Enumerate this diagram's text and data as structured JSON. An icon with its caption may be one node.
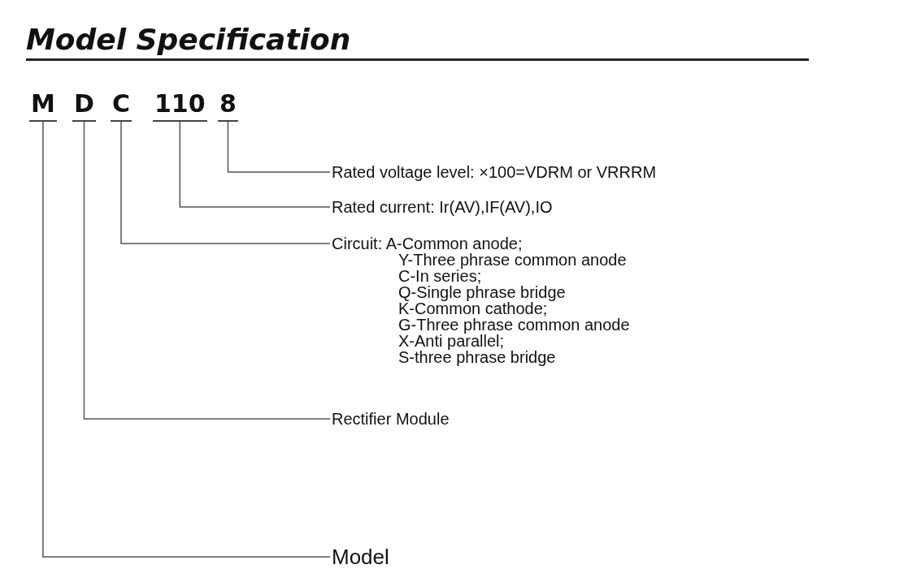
{
  "diagram": {
    "title": "Model Specification",
    "nodes": [
      {
        "text": [
          "M"
        ]
      },
      {
        "text": [
          "D"
        ]
      },
      {
        "text": [
          "C"
        ]
      },
      {
        "text": [
          "110"
        ]
      },
      {
        "text": [
          "8"
        ]
      },
      {
        "text": [
          "Rated voltage level: ×100=VDRM or VRRRM"
        ]
      },
      {
        "text": [
          "Rated current: Ir(AV),IF(AV),IO"
        ]
      },
      {
        "text": [
          "Circuit: A-Common anode;",
          "Y-Three phrase common anode",
          "C-In series;",
          "Q-Single phrase bridge",
          "K-Common cathode;",
          "G-Three phrase common anode",
          "X-Anti parallel;",
          "S-three phrase bridge"
        ]
      },
      {
        "text": [
          "Rectifier Module"
        ]
      },
      {
        "text": [
          "Model"
        ]
      }
    ],
    "edges": [
      {
        "from": 4,
        "to": 5,
        "arrow": "none"
      },
      {
        "from": 3,
        "to": 6,
        "arrow": "none"
      },
      {
        "from": 2,
        "to": 7,
        "arrow": "none"
      },
      {
        "from": 1,
        "to": 8,
        "arrow": "none"
      },
      {
        "from": 0,
        "to": 9,
        "arrow": "none"
      }
    ]
  }
}
